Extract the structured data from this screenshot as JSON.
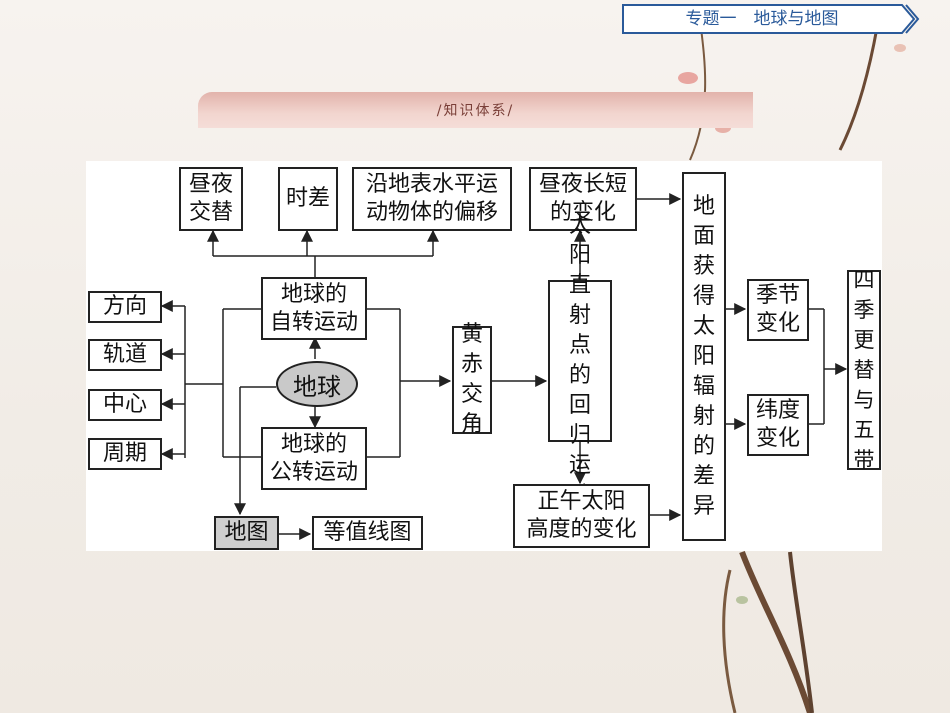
{
  "header": {
    "topic": "专题一　地球与地图",
    "section": "/知识体系/"
  },
  "nodes": {
    "daynight_alternation": "昼夜\n交替",
    "time_difference": "时差",
    "deflection": "沿地表水平运\n动物体的偏移",
    "daylength_change": "昼夜长短\n的变化",
    "radiation_difference": "地\n面\n获\n得\n太\n阳\n辐\n射\n的\n差\n异",
    "direction": "方向",
    "orbit": "轨道",
    "center": "中心",
    "period": "周期",
    "rotation": "地球的\n自转运动",
    "earth": "地球",
    "revolution": "地球的\n公转运动",
    "obliquity": "黄\n赤\n交\n角",
    "subsolar_motion": "太\n阳\n直\n射\n点\n的\n回\n归\n运\n动",
    "noon_altitude": "正午太阳\n高度的变化",
    "seasonal_change": "季节\n变化",
    "latitudinal_change": "纬度\n变化",
    "seasons_zones": "四\n季\n更\n替\n与\n五\n带",
    "map": "地图",
    "contour_map": "等值线图"
  },
  "colors": {
    "topic_text": "#2a5a9a",
    "section_bar": "#efc9c2",
    "ellipse_fill": "#c9c9c9",
    "map_fill": "#cfcfcf"
  }
}
